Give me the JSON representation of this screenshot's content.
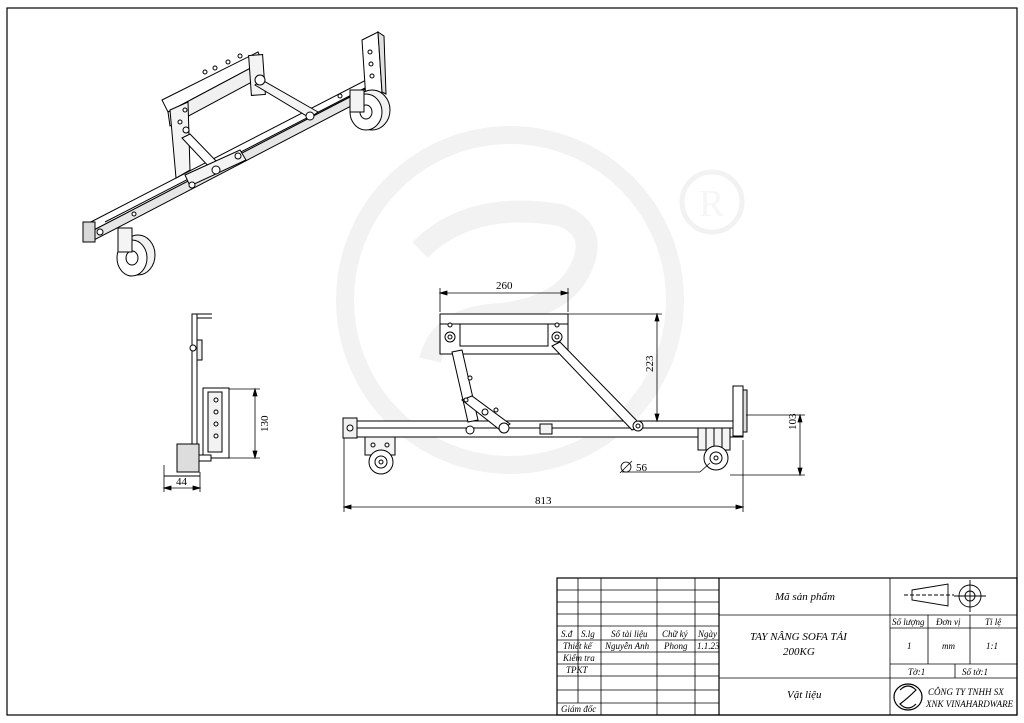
{
  "dimensions": {
    "width_260": "260",
    "height_223": "223",
    "height_103": "103",
    "diameter_56": "56",
    "length_813": "813",
    "height_130": "130",
    "width_44": "44"
  },
  "title_block": {
    "product_code_label": "Mã sản phẩm",
    "product_name_line1": "TAY NÂNG SOFA TẢI",
    "product_name_line2": "200KG",
    "material_label": "Vật liệu",
    "headers": {
      "sd": "S.đ",
      "slg": "S.lg",
      "so_tai_lieu": "Số tài liệu",
      "chu_ky": "Chữ ký",
      "ngay": "Ngày"
    },
    "rows": [
      {
        "role": "Thiết kế",
        "name": "Nguyễn Anh",
        "signature": "Phong",
        "date": "1.1.23"
      },
      {
        "role": "Kiểm tra",
        "name": "",
        "signature": "",
        "date": ""
      },
      {
        "role": "TPKT",
        "name": "",
        "signature": "",
        "date": ""
      },
      {
        "role": "Giám đốc",
        "name": "",
        "signature": "",
        "date": ""
      }
    ],
    "so_luong_label": "Số lượng",
    "don_vi_label": "Đơn vị",
    "ti_le_label": "Tỉ lệ",
    "so_luong_value": "1",
    "don_vi_value": "mm",
    "ti_le_value": "1:1",
    "to_label": "Tờ:1",
    "so_to_label": "Số tờ:1",
    "company_line1": "CÔNG TY TNHH SX",
    "company_line2": "XNK VINAHARDWARE"
  }
}
